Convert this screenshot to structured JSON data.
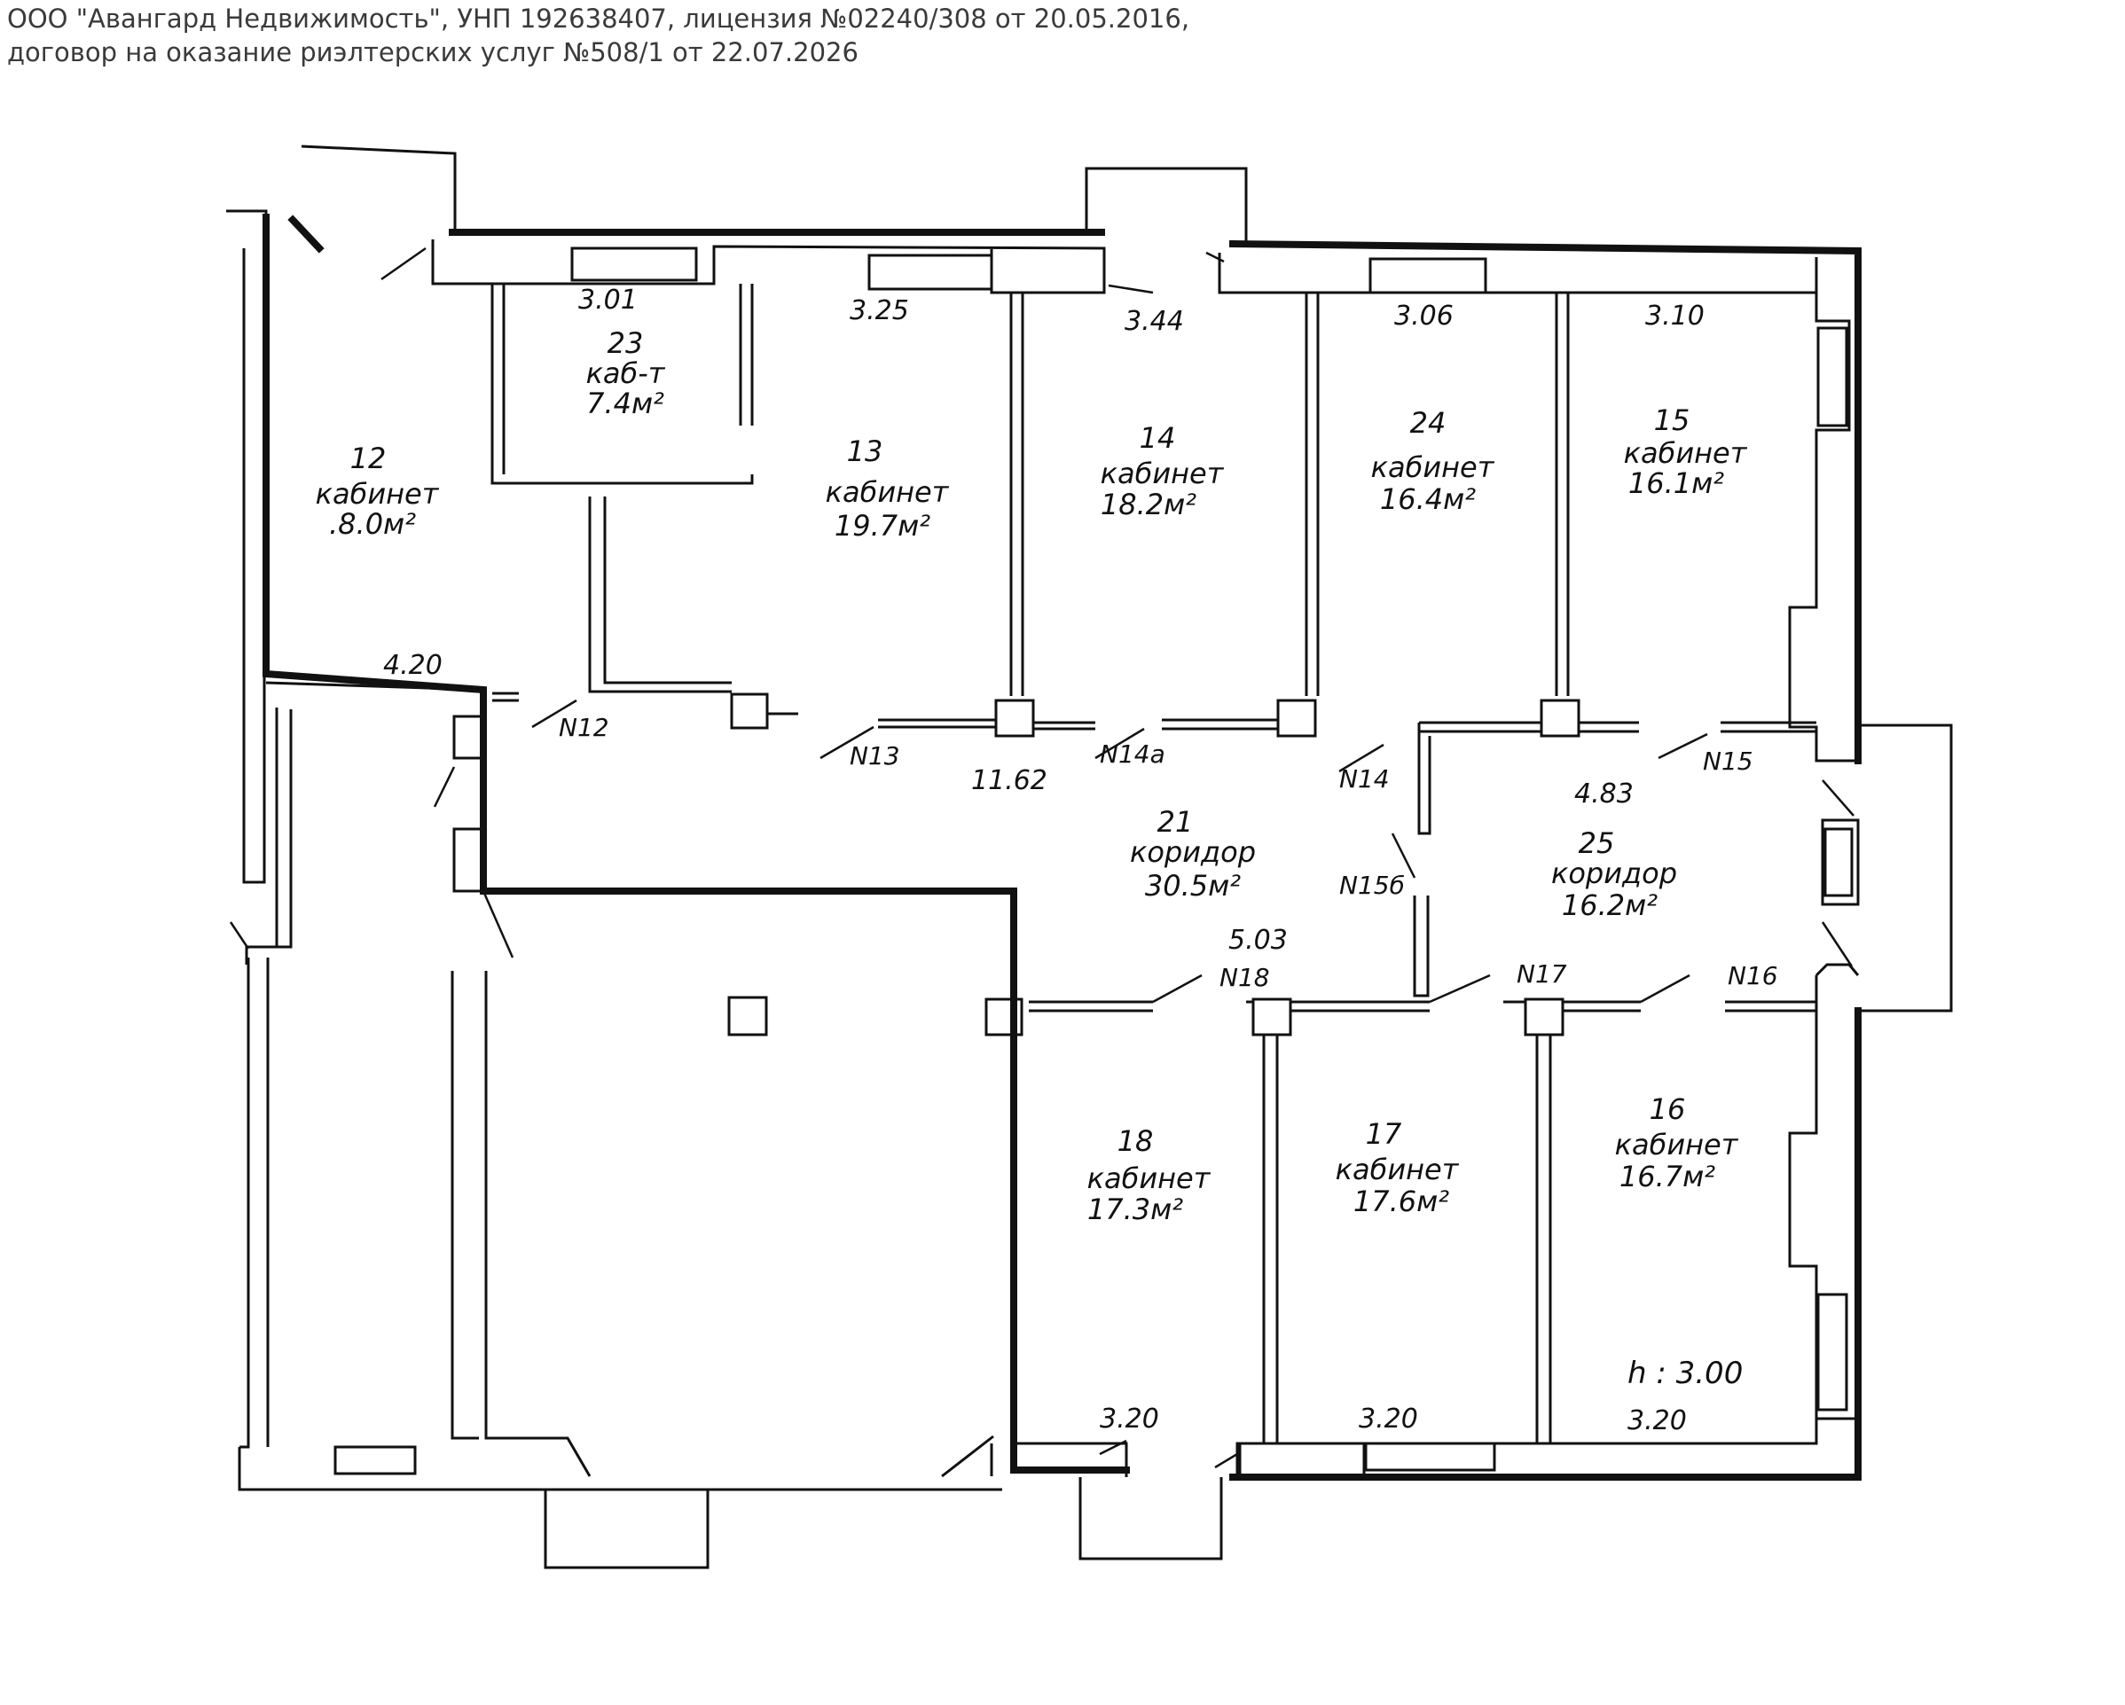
{
  "header": {
    "line1": "ООО \"Авангард Недвижимость\", УНП 192638407, лицензия №02240/308 от 20.05.2016,",
    "line2": "договор на оказание риэлтерских услуг №508/1 от 22.07.2026"
  },
  "dimensions": {
    "d301": "3.01",
    "d325": "3.25",
    "d344": "3.44",
    "d306": "3.06",
    "d310": "3.10",
    "d420": "4.20",
    "d1162": "11.62",
    "d483": "4.83",
    "d503": "5.03",
    "d320a": "3.20",
    "d320b": "3.20",
    "d320c": "3.20",
    "height": "h : 3.00"
  },
  "rooms": {
    "r23": {
      "num": "23",
      "name": "каб-т",
      "area": "7.4м²"
    },
    "r12": {
      "num": "12",
      "name": "кабинет",
      "area": ".8.0м²"
    },
    "r13": {
      "num": "13",
      "name": "кабинет",
      "area": "19.7м²"
    },
    "r14": {
      "num": "14",
      "name": "кабинет",
      "area": "18.2м²"
    },
    "r24": {
      "num": "24",
      "name": "кабинет",
      "area": "16.4м²"
    },
    "r15": {
      "num": "15",
      "name": "кабинет",
      "area": "16.1м²"
    },
    "r21": {
      "num": "21",
      "name": "коридор",
      "area": "30.5м²"
    },
    "r25": {
      "num": "25",
      "name": "коридор",
      "area": "16.2м²"
    },
    "r18": {
      "num": "18",
      "name": "кабинет",
      "area": "17.3м²"
    },
    "r17": {
      "num": "17",
      "name": "кабинет",
      "area": "17.6м²"
    },
    "r16": {
      "num": "16",
      "name": "кабинет",
      "area": "16.7м²"
    }
  },
  "doors": {
    "n12": "N12",
    "n13": "N13",
    "n14a": "N14a",
    "n14": "N14",
    "n15": "N15",
    "n15b": "N15б",
    "n18": "N18",
    "n17": "N17",
    "n16": "N16"
  }
}
